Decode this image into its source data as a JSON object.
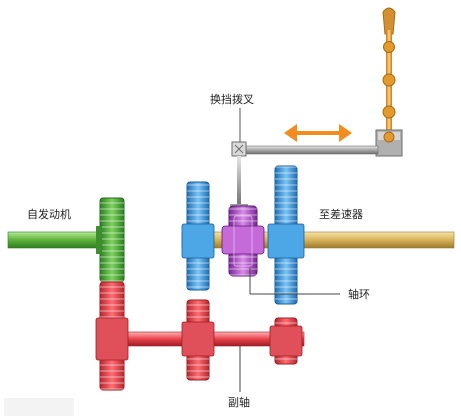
{
  "labels": {
    "engine": "自发动机",
    "shift_fork": "换挡拨叉",
    "to_reducer": "至差速器",
    "sleeve": "轴环",
    "countershaft": "副轴"
  },
  "colors": {
    "input_shaft": "#6cc04a",
    "input_gear": "#3fa535",
    "red_parts": "#e8424a",
    "red_dark": "#b8262f",
    "blue_gear": "#3a9ee0",
    "output_shaft": "#d8b25a",
    "sleeve": "#b04ec8",
    "fork_rod": "#8c8c8c",
    "shift_lever": "#f0a020",
    "arrow": "#f28c1e",
    "background": "#ffffff"
  },
  "icons": [
    "double-arrow-icon"
  ]
}
